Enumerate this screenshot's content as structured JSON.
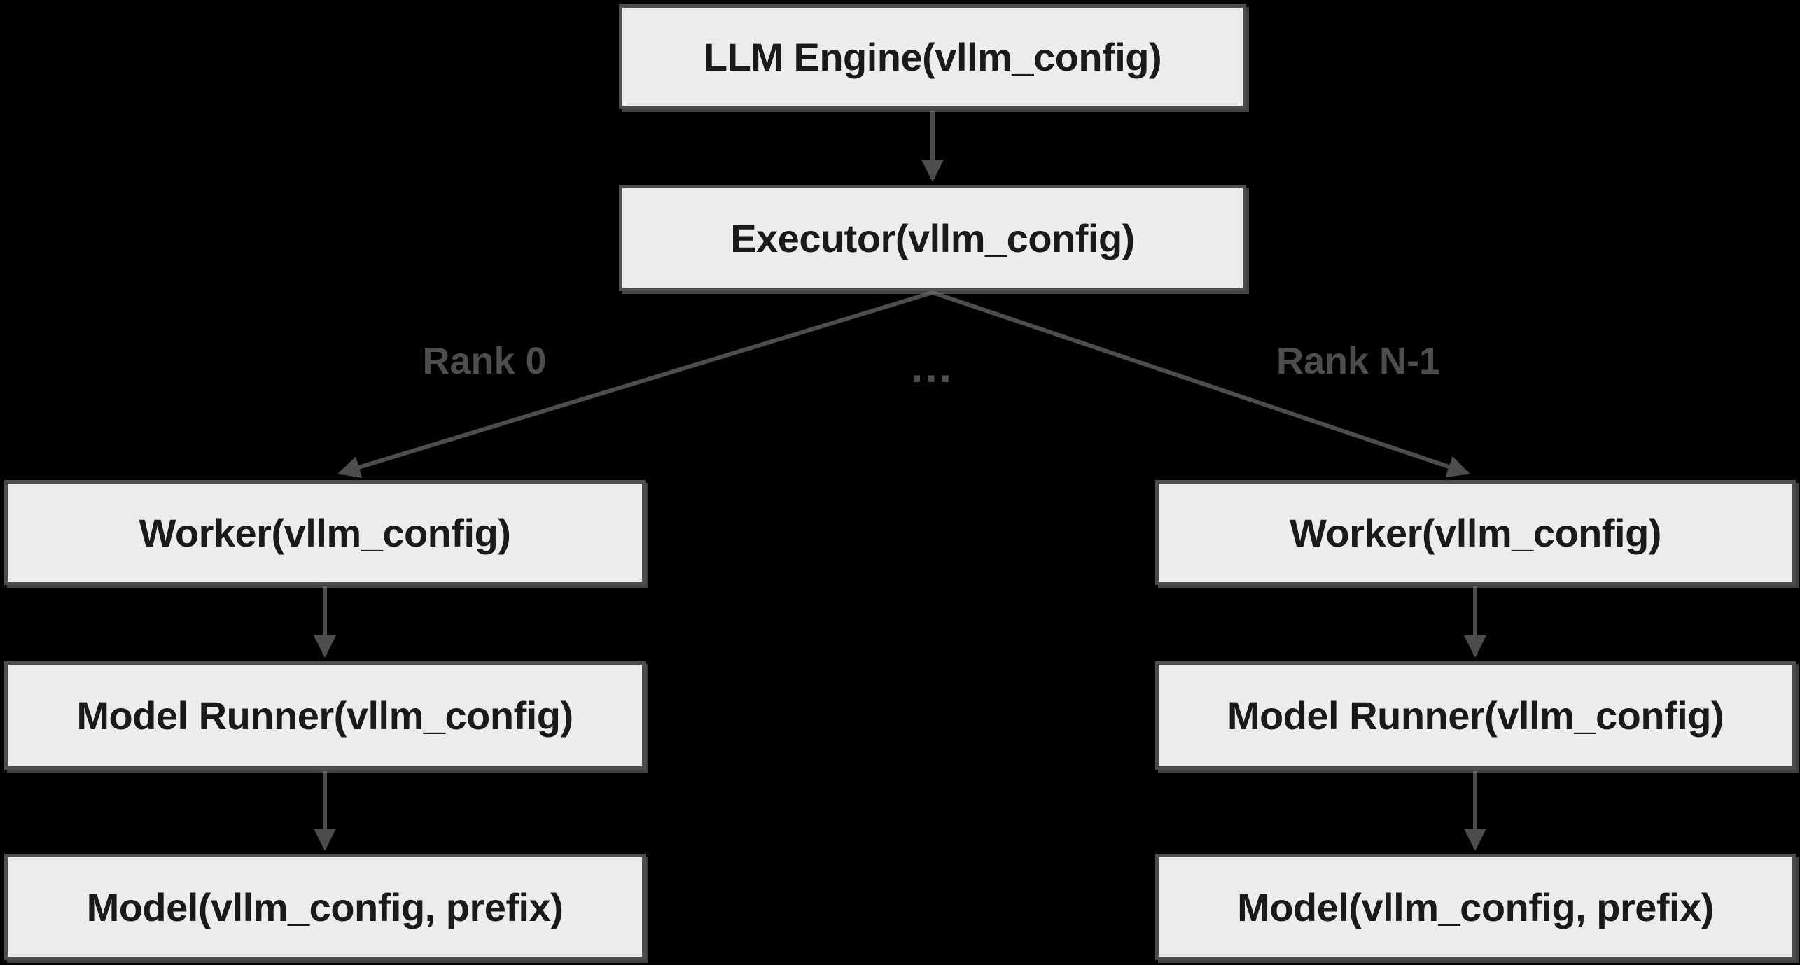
{
  "diagram": {
    "nodes": {
      "llm_engine": {
        "label": "LLM Engine(vllm_config)"
      },
      "executor": {
        "label": "Executor(vllm_config)"
      },
      "worker_rank0": {
        "label": "Worker(vllm_config)"
      },
      "worker_rankN": {
        "label": "Worker(vllm_config)"
      },
      "model_runner_rank0": {
        "label": "Model Runner(vllm_config)"
      },
      "model_runner_rankN": {
        "label": "Model Runner(vllm_config)"
      },
      "model_rank0": {
        "label": "Model(vllm_config, prefix)"
      },
      "model_rankN": {
        "label": "Model(vllm_config, prefix)"
      }
    },
    "edge_labels": {
      "rank0": "Rank 0",
      "ellipsis": "…",
      "rankN": "Rank N-1"
    },
    "colors": {
      "background": "#000000",
      "node_fill": "#ececec",
      "node_border": "#4d4d4d",
      "node_text": "#1a1a1a",
      "edge": "#4d4d4d",
      "edge_label": "#4d4d4d"
    }
  }
}
